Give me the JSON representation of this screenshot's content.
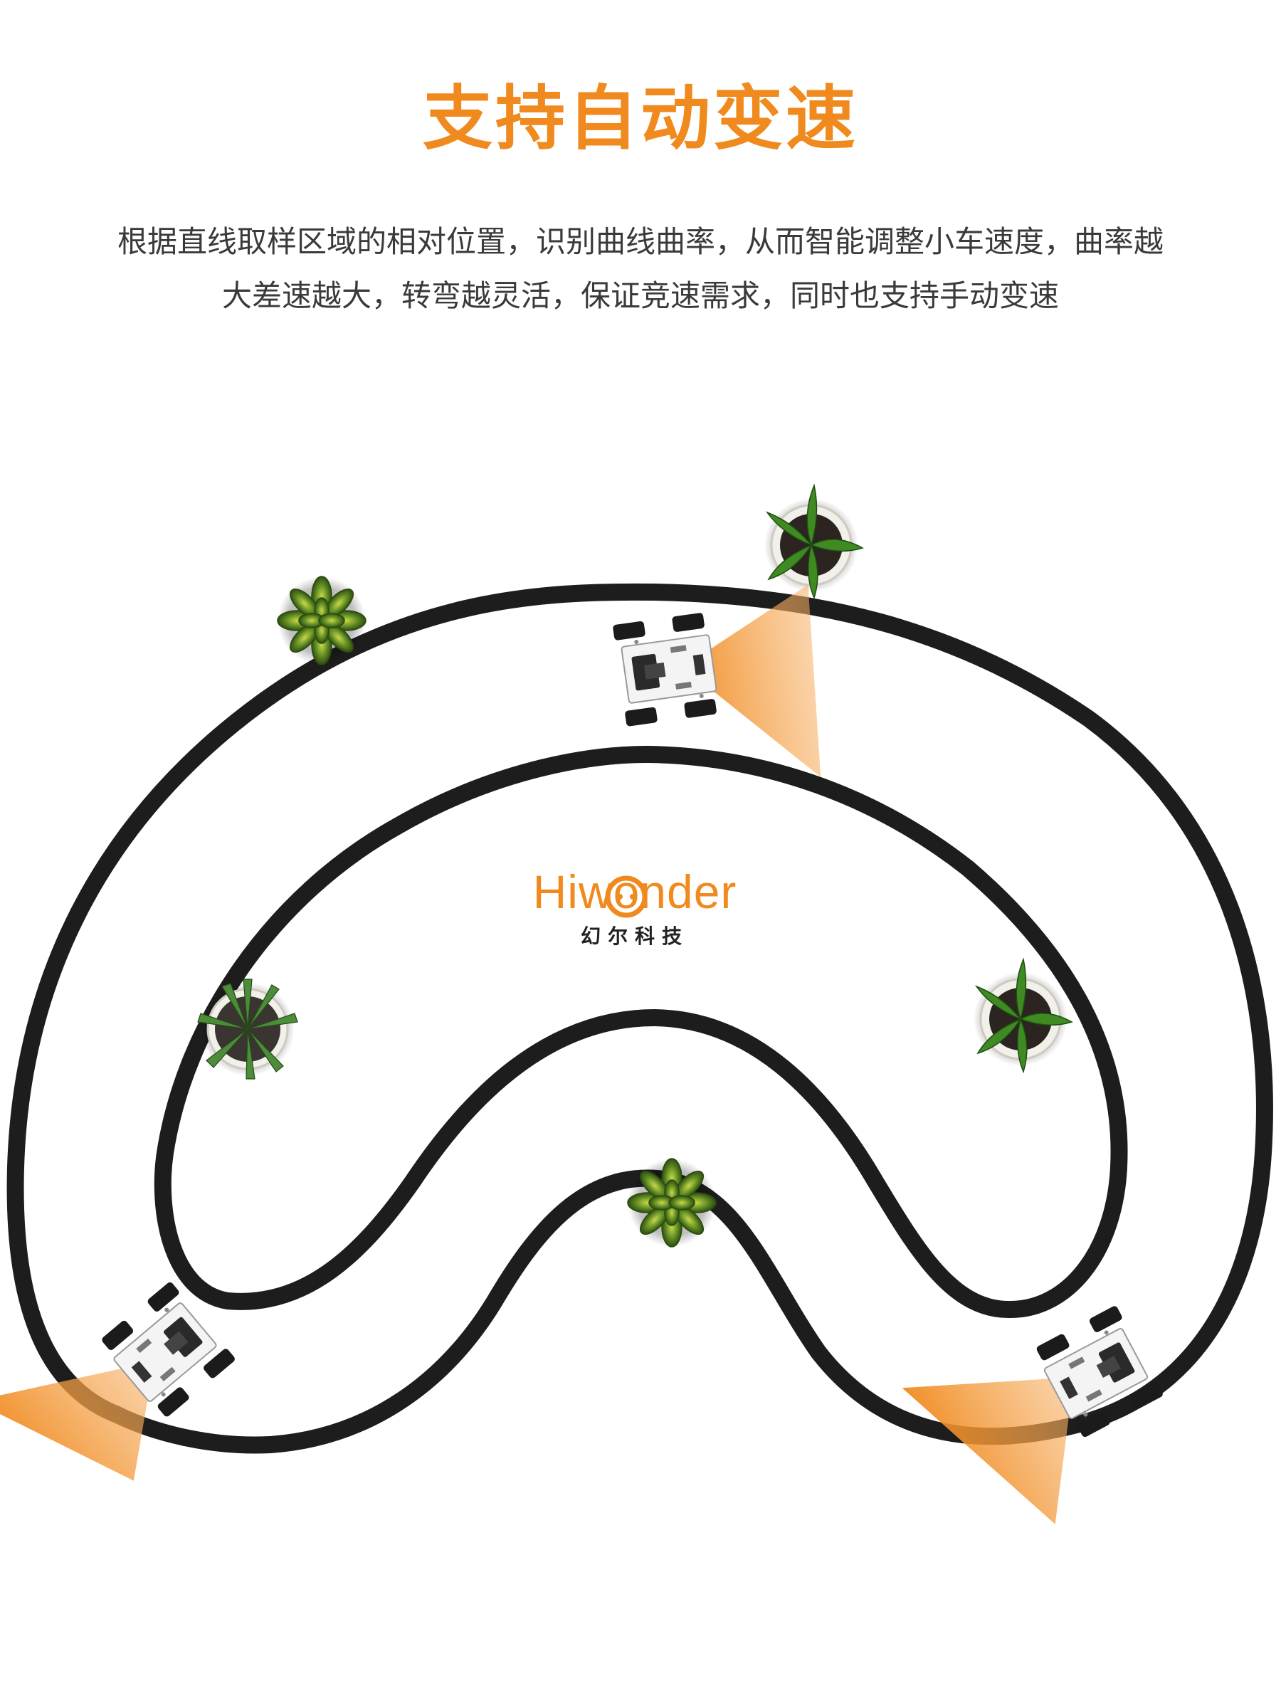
{
  "colors": {
    "accent": "#f08a1e",
    "track": "#1d1d1d",
    "text": "#3a3a3a"
  },
  "header": {
    "title": "支持自动变速",
    "description_lines": [
      "根据直线取样区域的相对位置，识别曲线曲率，从而智能调整小车速度，曲率越",
      "大差速越大，转弯越灵活，保证竞速需求，同时也支持手动变速"
    ]
  },
  "brand": {
    "name": "Hiwonder",
    "subtitle": "幻尔科技"
  },
  "icons": {
    "robot_car": "robot-car-icon",
    "camera_view": "camera-view-cone-icon",
    "plant": "potted-plant-icon"
  }
}
